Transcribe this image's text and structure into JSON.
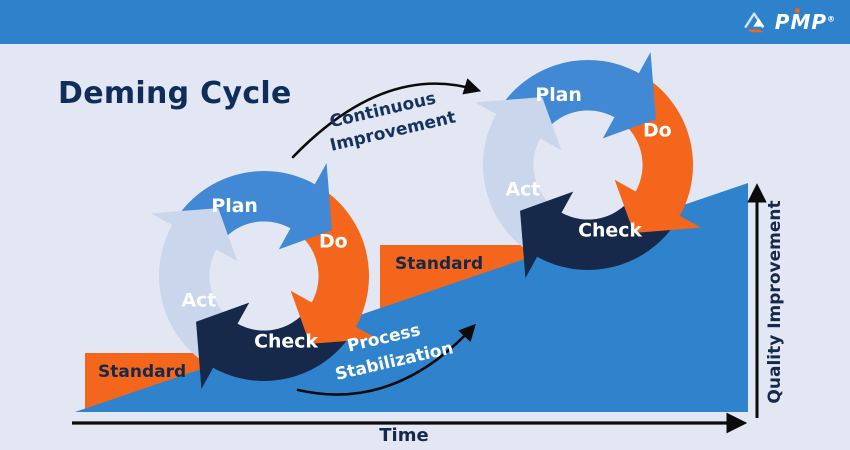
{
  "header": {
    "logo_text": "PMP",
    "logo_reg": "®"
  },
  "title": "Deming Cycle",
  "colors": {
    "top_bar": "#2E81CB",
    "background": "#E2E7F3",
    "slope": "#2F83CD",
    "plan": "#4189D4",
    "do": "#F5661D",
    "check": "#16294B",
    "act": "#C9D6EC",
    "standard_block": "#F5661D",
    "axis": "#0B0B0B",
    "navy_text": "#16294B"
  },
  "cycle_labels": {
    "plan": "Plan",
    "do": "Do",
    "check": "Check",
    "act": "Act"
  },
  "standard_labels": {
    "first": "Standard",
    "second": "Standard"
  },
  "flow_annotations": {
    "continuous_line1": "Continuous",
    "continuous_line2": "Improvement",
    "process_line1": "Process",
    "process_line2": "Stabilization"
  },
  "axes": {
    "x_label": "Time",
    "y_label": "Quality Improvement"
  }
}
